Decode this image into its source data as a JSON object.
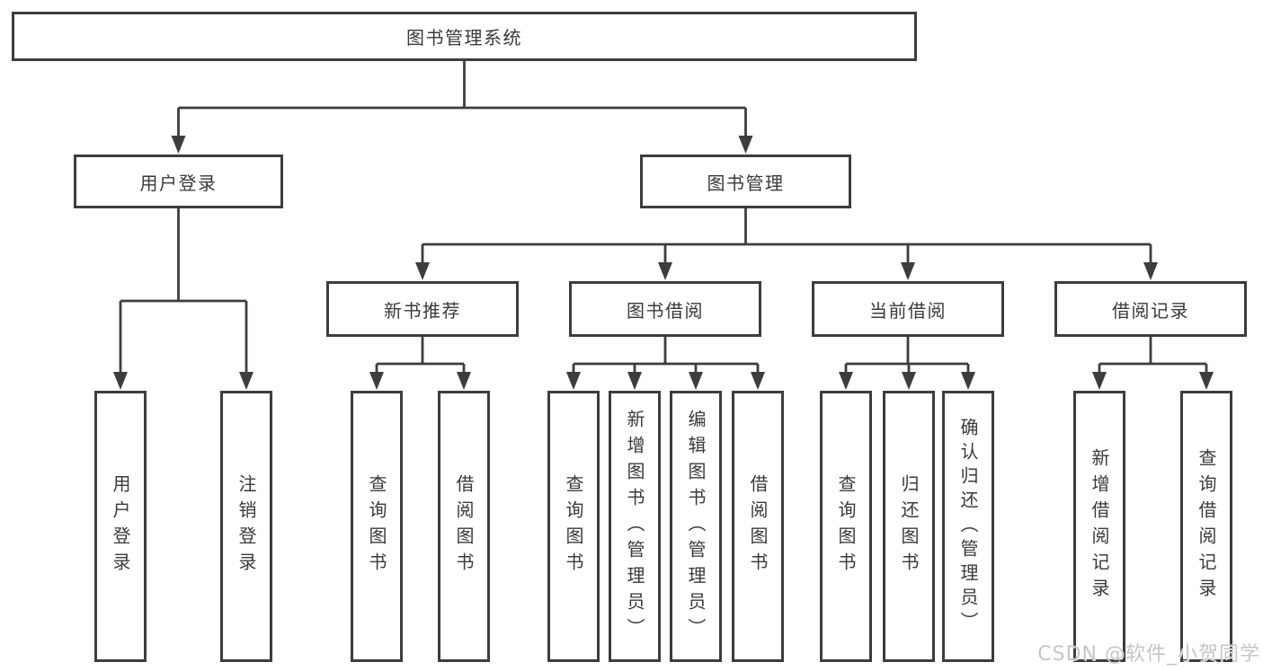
{
  "diagram_type": "hierarchy-flowchart",
  "tree": {
    "root": "图书管理系统",
    "branches": [
      {
        "label": "用户登录",
        "children": [
          "用户登录",
          "注销登录"
        ]
      },
      {
        "label": "图书管理",
        "children": [
          {
            "label": "新书推荐",
            "children": [
              "查询图书",
              "借阅图书"
            ]
          },
          {
            "label": "图书借阅",
            "children": [
              "查询图书",
              "新增图书（管理员）",
              "编辑图书（管理员）",
              "借阅图书"
            ]
          },
          {
            "label": "当前借阅",
            "children": [
              "查询图书",
              "归还图书",
              "确认归还（管理员）"
            ]
          },
          {
            "label": "借阅记录",
            "children": [
              "新增借阅记录",
              "查询借阅记录"
            ]
          }
        ]
      }
    ]
  },
  "watermark": "CSDN @软件_小贺同学",
  "colors": {
    "line": "#3d3d3d",
    "text": "#3a3a3a",
    "background": "#ffffff",
    "watermark": "#c6c6c6"
  }
}
